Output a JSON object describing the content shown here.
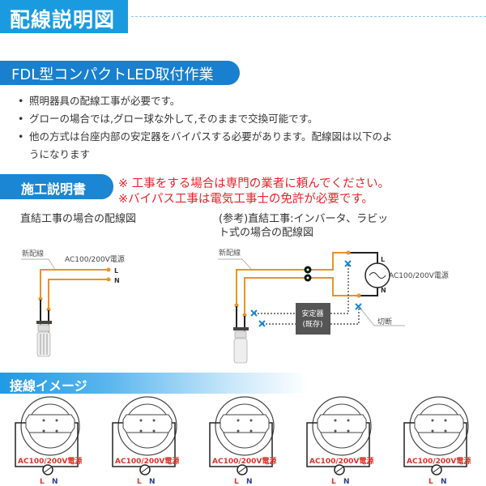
{
  "header": {
    "title": "配線説明図"
  },
  "section1": {
    "title": "FDL型コンパクトLED取付作業",
    "bullets": [
      "照明器具の配線工事が必要です。",
      "グローの場合では,グロー球な外して,そのままで交換可能です。",
      "他の方式は台座内部の安定器をバイパスする必要があります。配線図は以下のよ",
      "うになります"
    ]
  },
  "section2": {
    "title": "施工説明書",
    "warnings": [
      "※ 工事をする場合は専門の業者に頼んでください。",
      "※バイパス工事は電気工事士の免許が必要です。"
    ],
    "left_caption": "直結工事の場合の配線図",
    "right_caption_1": "(参考)直結工事:インバータ、ラビッ",
    "right_caption_2": "ト式の場合の配線図"
  },
  "diagram_left": {
    "new_wiring": "新配線",
    "power": "AC100/200V電源",
    "l": "L",
    "n": "N"
  },
  "diagram_right": {
    "new_wiring": "新配線",
    "power": "AC100/200V電源",
    "l": "L",
    "n": "N",
    "ballast_1": "安定器",
    "ballast_2": "(既存)",
    "cut": "切断"
  },
  "section3": {
    "title": "接線イメージ",
    "fixture_power": "AC100/200V電源",
    "l": "L",
    "n": "N",
    "count": 5
  },
  "colors": {
    "blue": "#1a9be0",
    "orange": "#e8922a",
    "red": "#e8232a",
    "cross": "#1a86d4"
  }
}
